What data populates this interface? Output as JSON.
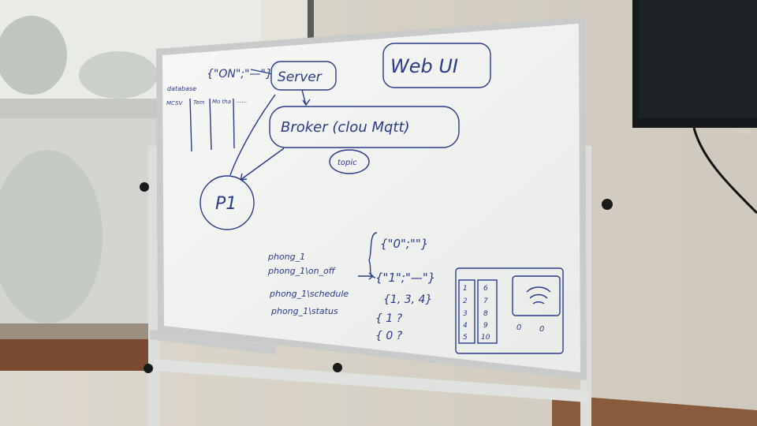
{
  "scene": {
    "description_colors": {
      "wall": "#d9d4c9",
      "window_glass": "#e4e8e6",
      "whiteboard": "#f2f3f1",
      "frame": "#c9ccca",
      "marker": "#2a3a8c",
      "tv": "#15191c"
    }
  },
  "whiteboard": {
    "on_payload": "{\"ON\";\"—\"}",
    "server": "Server",
    "web_ui": "Web UI",
    "database_label": "database",
    "db_columns": [
      "MCSV",
      "Tem",
      "Mo tha",
      "......"
    ],
    "broker": "Broker (clou Mqtt)",
    "topic": "topic",
    "p1": "P1",
    "topics": [
      "phong_1",
      "phong_1\\on_off",
      "phong_1\\schedule",
      "phong_1\\status"
    ],
    "payloads": [
      "{\"0\";\"\"}",
      "{\"1\";\"—\"}",
      "{1, 3, 4}",
      "{ 1 ?",
      "{ 0 ?"
    ],
    "device_left_col": [
      "1",
      "2",
      "3",
      "4",
      "5"
    ],
    "device_right_col": [
      "6",
      "7",
      "8",
      "9",
      "10"
    ],
    "device_buttons": [
      "0",
      "0"
    ]
  },
  "tv": {
    "brand": "TOSHIBA"
  }
}
